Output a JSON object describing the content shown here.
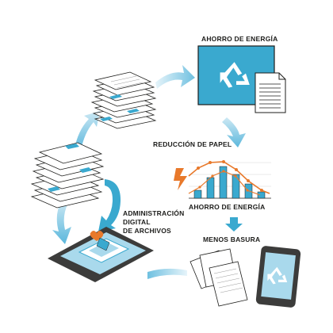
{
  "labels": {
    "ahorro_top": "AHORRO DE ENERGÍA",
    "reduccion": "REDUCCIÓN DE PAPEL",
    "ahorro_bottom": "AHORRO DE ENERGÍA",
    "menos_basura": "MENOS BASURA",
    "admin_line1": "ADMINISTRACIÓN",
    "admin_line2": "DIGITAL",
    "admin_line3": "DE  ARCHIVOS"
  },
  "colors": {
    "accent_blue": "#3aa9cf",
    "light_blue": "#a9d9ec",
    "orange": "#e8792b",
    "dark": "#1d1d1b",
    "device": "#3c3c3b"
  },
  "icons": [
    "recycle-icon",
    "lightning-icon",
    "heart-icon"
  ]
}
